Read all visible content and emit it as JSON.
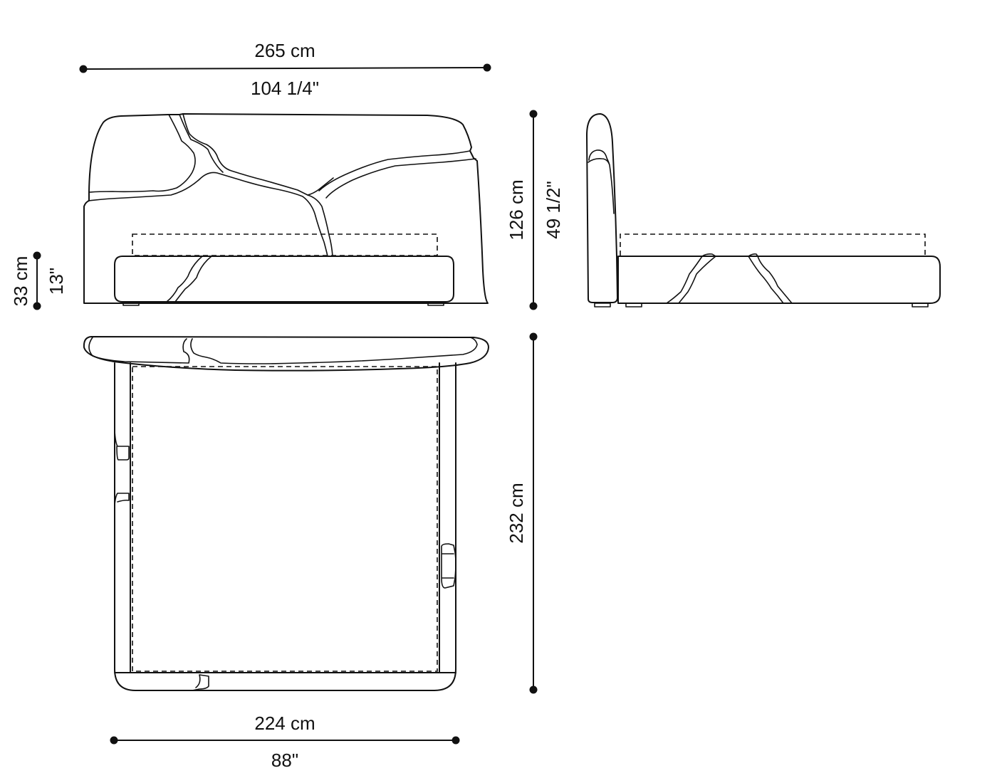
{
  "drawing": {
    "type": "technical dimension drawing",
    "subject": "bed with sculpted headboard",
    "views": [
      "front-elevation",
      "side-elevation",
      "plan-top-view"
    ],
    "line_color": "#111111",
    "background": "#ffffff"
  },
  "dimensions": {
    "overall_width": {
      "metric": "265 cm",
      "imperial": "104 1/4\""
    },
    "overall_height": {
      "metric": "126 cm",
      "imperial": "49 1/2\""
    },
    "base_height": {
      "metric": "33 cm",
      "imperial": "13\""
    },
    "overall_length": {
      "metric": "232 cm"
    },
    "base_width": {
      "metric": "224 cm",
      "imperial": "88\""
    }
  }
}
